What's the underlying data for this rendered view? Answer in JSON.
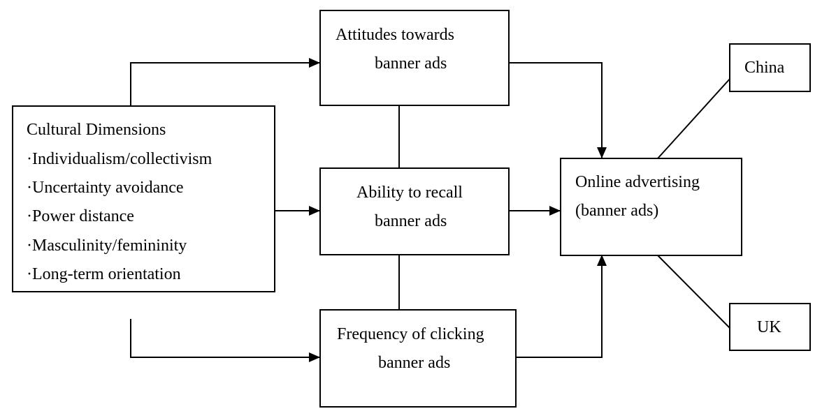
{
  "cultural": {
    "title": "Cultural Dimensions",
    "items": [
      "·Individualism/collectivism",
      "·Uncertainty avoidance",
      "·Power distance",
      "·Masculinity/femininity",
      "·Long-term orientation"
    ]
  },
  "attitudes": {
    "line1": "Attitudes towards",
    "line2": "banner ads"
  },
  "recall": {
    "line1": "Ability to recall",
    "line2": "banner ads"
  },
  "frequency": {
    "line1": "Frequency of clicking",
    "line2": "banner ads"
  },
  "online": {
    "line1": "Online advertising",
    "line2": "(banner ads)"
  },
  "china": {
    "label": "China"
  },
  "uk": {
    "label": "UK"
  }
}
